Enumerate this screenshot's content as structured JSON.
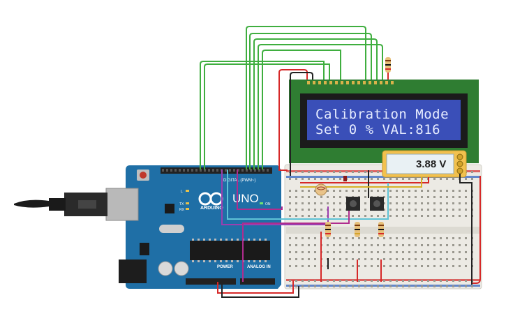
{
  "lcd": {
    "line1": "Calibration Mode",
    "line2": "Set 0 % VAL:816"
  },
  "multimeter": {
    "reading": "3.88 V"
  },
  "arduino": {
    "model": "UNO",
    "brand": "ARDUINO",
    "digital_label": "DIGITAL (PWM~)",
    "power_label": "POWER",
    "analog_label": "ANALOG IN",
    "on_label": "ON",
    "tx_label": "TX",
    "rx_label": "RX",
    "l_label": "L"
  },
  "colors": {
    "arduino_board": "#1f6fa6",
    "lcd_screen": "#3a4fb8",
    "lcd_pcb": "#2f7d32",
    "multimeter_body": "#f2c14e",
    "wire_green": "#3fae3f",
    "wire_red": "#d62828",
    "wire_black": "#222222",
    "wire_purple": "#9b3fb0",
    "wire_cyan": "#5ec3d6",
    "wire_magenta": "#b02c8e",
    "wire_yellow": "#d6b028"
  }
}
